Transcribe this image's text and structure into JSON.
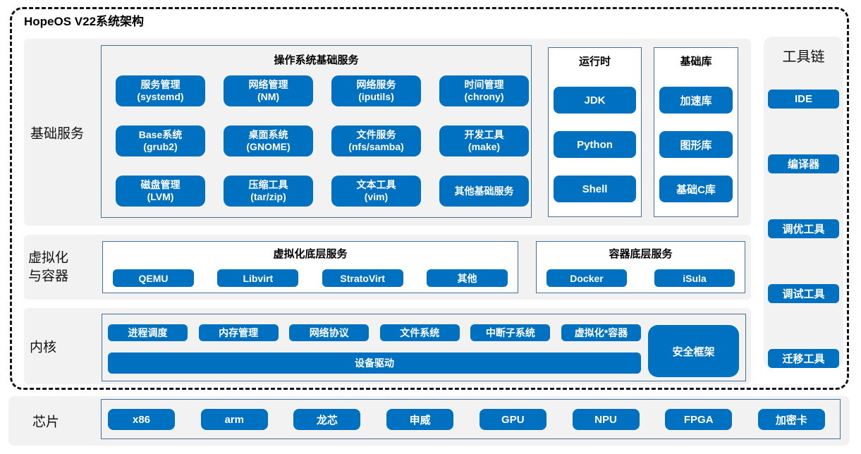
{
  "colors": {
    "accent_blue": "#0070C0",
    "panel_border": "#41719C",
    "section_bg": "#F2F2F2",
    "frame_dash": "#141414"
  },
  "title": "HopeOS V22系统架构",
  "foundation": {
    "label": "基础服务",
    "os": {
      "title": "操作系统基础服务",
      "items": [
        {
          "line1": "服务管理",
          "line2": "(systemd)"
        },
        {
          "line1": "网络管理",
          "line2": "(NM)"
        },
        {
          "line1": "网络服务",
          "line2": "(iputils)"
        },
        {
          "line1": "时间管理",
          "line2": "(chrony)"
        },
        {
          "line1": "Base系统",
          "line2": "(grub2)"
        },
        {
          "line1": "桌面系统",
          "line2": "(GNOME)"
        },
        {
          "line1": "文件服务",
          "line2": "(nfs/samba)"
        },
        {
          "line1": "开发工具",
          "line2": "(make)"
        },
        {
          "line1": "磁盘管理",
          "line2": "(LVM)"
        },
        {
          "line1": "压缩工具",
          "line2": "(tar/zip)"
        },
        {
          "line1": "文本工具",
          "line2": "(vim)"
        },
        {
          "line1": "其他基础服务",
          "line2": ""
        }
      ]
    },
    "runtime": {
      "title": "运行时",
      "items": [
        "JDK",
        "Python",
        "Shell"
      ]
    },
    "baselib": {
      "title": "基础库",
      "items": [
        "加速库",
        "图形库",
        "基础C库"
      ]
    }
  },
  "toolchain": {
    "title": "工具链",
    "items": [
      "IDE",
      "编译器",
      "调优工具",
      "调试工具",
      "迁移工具"
    ]
  },
  "virtualization": {
    "label_line1": "虚拟化",
    "label_line2": "与容器",
    "virt": {
      "title": "虚拟化底层服务",
      "items": [
        "QEMU",
        "Libvirt",
        "StratoVirt",
        "其他"
      ]
    },
    "container": {
      "title": "容器底层服务",
      "items": [
        "Docker",
        "iSula"
      ]
    }
  },
  "kernel": {
    "label": "内核",
    "items": [
      "进程调度",
      "内存管理",
      "网络协议",
      "文件系统",
      "中断子系统",
      "虚拟化*容器"
    ],
    "driver": "设备驱动",
    "security": "安全框架"
  },
  "chips": {
    "label": "芯片",
    "items": [
      "x86",
      "arm",
      "龙芯",
      "申威",
      "GPU",
      "NPU",
      "FPGA",
      "加密卡"
    ]
  }
}
